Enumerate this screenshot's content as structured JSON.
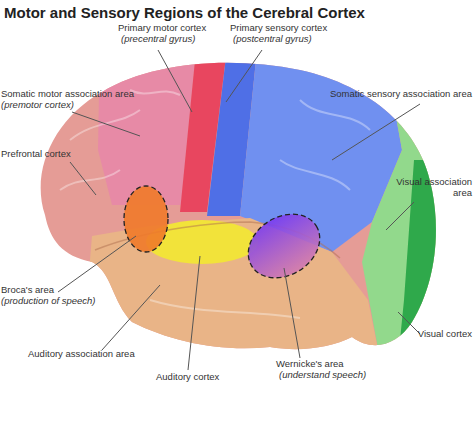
{
  "diagram": {
    "title": "Motor and Sensory Regions of the Cerebral Cortex",
    "labels": [
      "Primary motor cortex",
      "(precentral gyrus)",
      "Primary sensory cortex",
      "(postcentral gyrus)",
      "Somatic motor association area",
      "(premotor cortex)",
      "Somatic sensory association area",
      "Prefrontal cortex",
      "Visual association area",
      "Broca's area",
      "(production of speech)",
      "Visual cortex",
      "Auditory association area",
      "Wernicke's area",
      "(understand speech)",
      "Auditory cortex"
    ]
  }
}
